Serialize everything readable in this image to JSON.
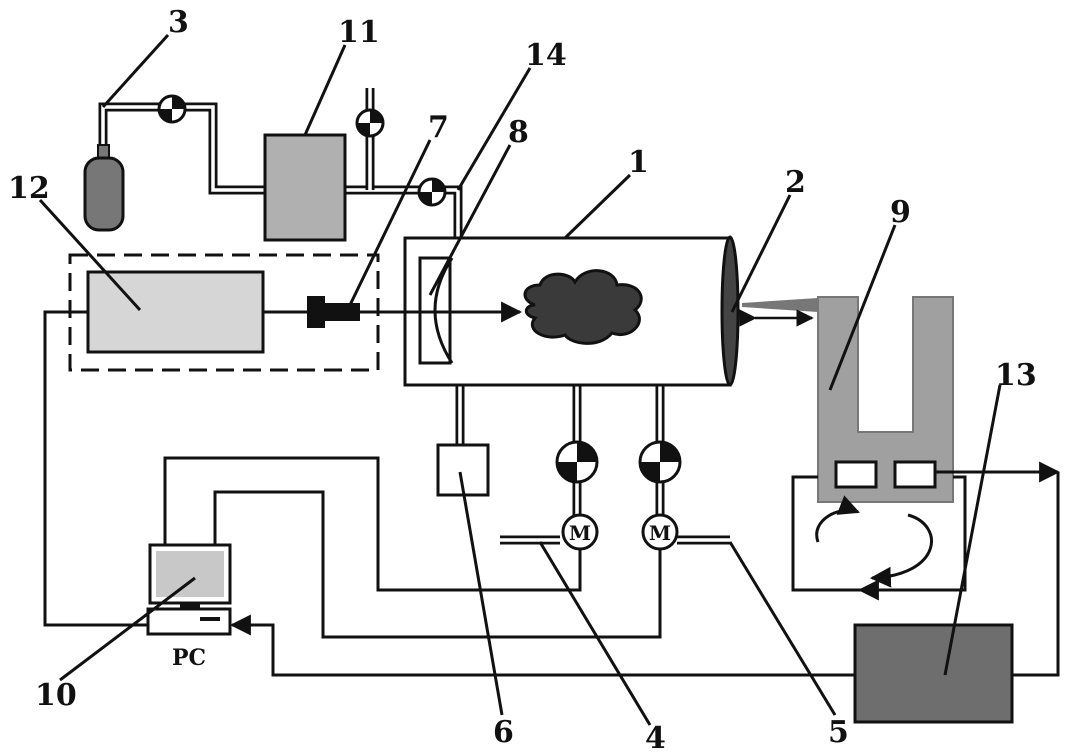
{
  "labels": {
    "l1": "1",
    "l2": "2",
    "l3": "3",
    "l4": "4",
    "l5": "5",
    "l6": "6",
    "l7": "7",
    "l8": "8",
    "l9": "9",
    "l10": "10",
    "l11": "11",
    "l12": "12",
    "l13": "13",
    "l14": "14"
  },
  "pc_label": "PC",
  "motor_label": "M",
  "colors": {
    "line": "#111111",
    "gas_cylinder": "#777777",
    "box_11": "#b0b0b0",
    "box_12": "#d6d6d6",
    "box_13": "#6e6e6e",
    "fork_9": "#a0a0a0",
    "cloud": "#3a3a3a"
  }
}
